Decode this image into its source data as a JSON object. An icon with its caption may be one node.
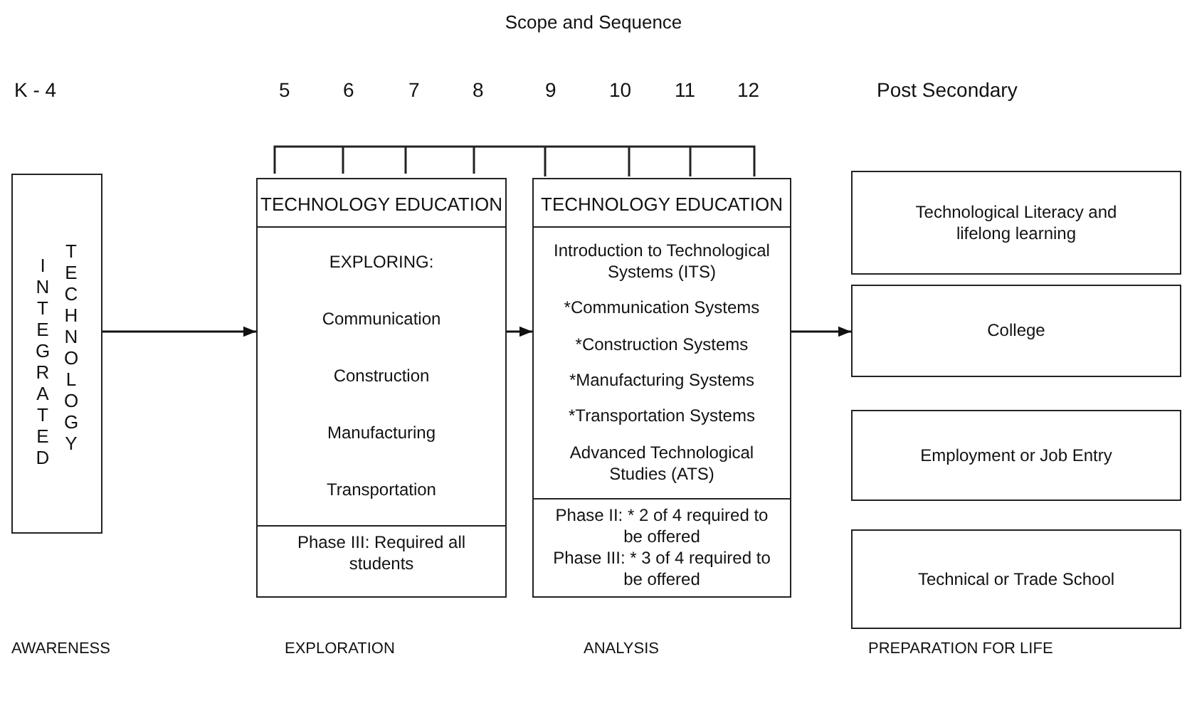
{
  "diagram": {
    "title": "Scope and Sequence",
    "nodes": [
      {
        "text": [
          "INTEGRATED",
          "TECHNOLOGY"
        ]
      },
      {
        "text": [
          "TECHNOLOGY EDUCATION",
          "EXPLORING:",
          "Communication",
          "Construction",
          "Manufacturing",
          "Transportation",
          "Phase III: Required all students"
        ]
      },
      {
        "text": [
          "TECHNOLOGY EDUCATION",
          "Introduction to Technological Systems (ITS)",
          "*Communication Systems",
          "*Construction Systems",
          "*Manufacturing Systems",
          "*Transportation Systems",
          "Advanced Technological Studies (ATS)",
          "Phase II: * 2 of 4 required to be offered",
          "Phase III: * 3 of 4 required to be offered"
        ]
      },
      {
        "text": [
          "Technological Literacy and lifelong learning"
        ]
      },
      {
        "text": [
          "College"
        ]
      },
      {
        "text": [
          "Employment or Job Entry"
        ]
      },
      {
        "text": [
          "Technical or Trade School"
        ]
      }
    ],
    "edges": [
      {
        "from": 0,
        "to": 1,
        "arrow": "to"
      },
      {
        "from": 1,
        "to": 2,
        "arrow": "to"
      },
      {
        "from": 2,
        "to": 4,
        "arrow": "to"
      }
    ],
    "labels": [
      "K - 4",
      "5",
      "6",
      "7",
      "8",
      "9",
      "10",
      "11",
      "12",
      "Post Secondary",
      "AWARENESS",
      "EXPLORATION",
      "ANALYSIS",
      "PREPARATION FOR LIFE"
    ]
  }
}
